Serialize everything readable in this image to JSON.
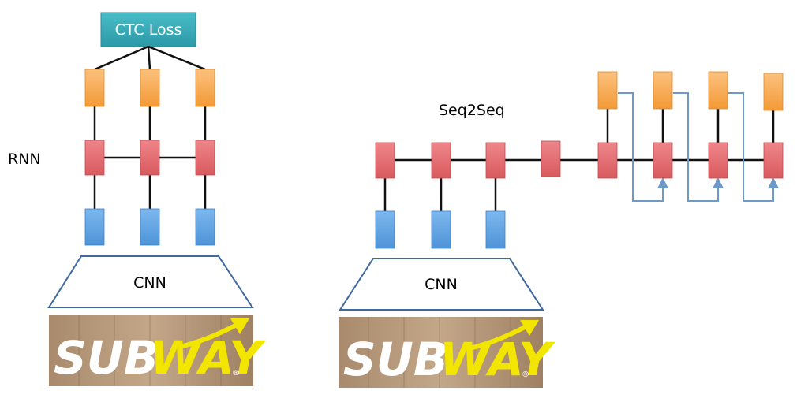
{
  "labels": {
    "ctc_loss": "CTC Loss",
    "rnn": "RNN",
    "seq2seq": "Seq2Seq",
    "cnn_left": "CNN",
    "cnn_right": "CNN"
  },
  "logo": {
    "text_white": "SUB",
    "text_yellow": "WAY",
    "reg_mark": "®"
  },
  "colors": {
    "orange": "#f6a347",
    "red": "#e06468",
    "blue": "#5b9ee0",
    "teal": "#34a9b6",
    "feedback": "#6f9ac8",
    "trapezoid": "#3f6aa0",
    "logo_yellow": "#f2e600"
  }
}
